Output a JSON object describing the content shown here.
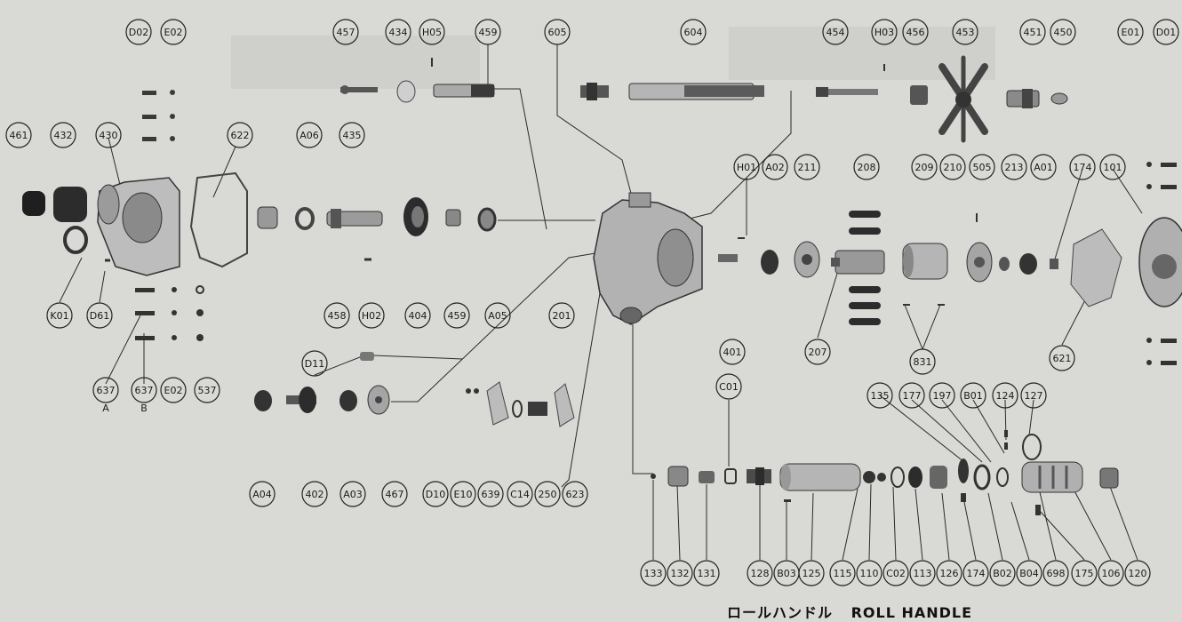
{
  "labels": [
    "D02",
    "E02",
    "457",
    "434",
    "H05",
    "459",
    "605",
    "604",
    "454",
    "H03",
    "456",
    "453",
    "451",
    "450",
    "E01",
    "D01",
    "461",
    "432",
    "430",
    "622",
    "A06",
    "435",
    "H01",
    "A02",
    "211",
    "208",
    "209",
    "210",
    "505",
    "213",
    "A01",
    "174",
    "101",
    "K01",
    "D61",
    "458",
    "H02",
    "404",
    "459",
    "A05",
    "201",
    "401",
    "207",
    "831",
    "621",
    "D11",
    "637",
    "637",
    "E02",
    "537",
    "135",
    "177",
    "197",
    "B01",
    "124",
    "127",
    "C01",
    "A04",
    "402",
    "A03",
    "467",
    "D10",
    "E10",
    "639",
    "C14",
    "250",
    "623",
    "133",
    "132",
    "131",
    "128",
    "B03",
    "125",
    "115",
    "110",
    "C02",
    "113",
    "126",
    "174",
    "B02",
    "B04",
    "698",
    "175",
    "106",
    "120"
  ],
  "caption": {
    "jp": "ロールハンドル",
    "en": "ROLL HANDLE"
  },
  "sub_marks": {
    "a": "A",
    "b": "B"
  },
  "colors": {
    "background": "#d9d9d5",
    "line": "#2a2a2a",
    "part": "#4a4a4a",
    "part_light": "#8a8a8a"
  }
}
